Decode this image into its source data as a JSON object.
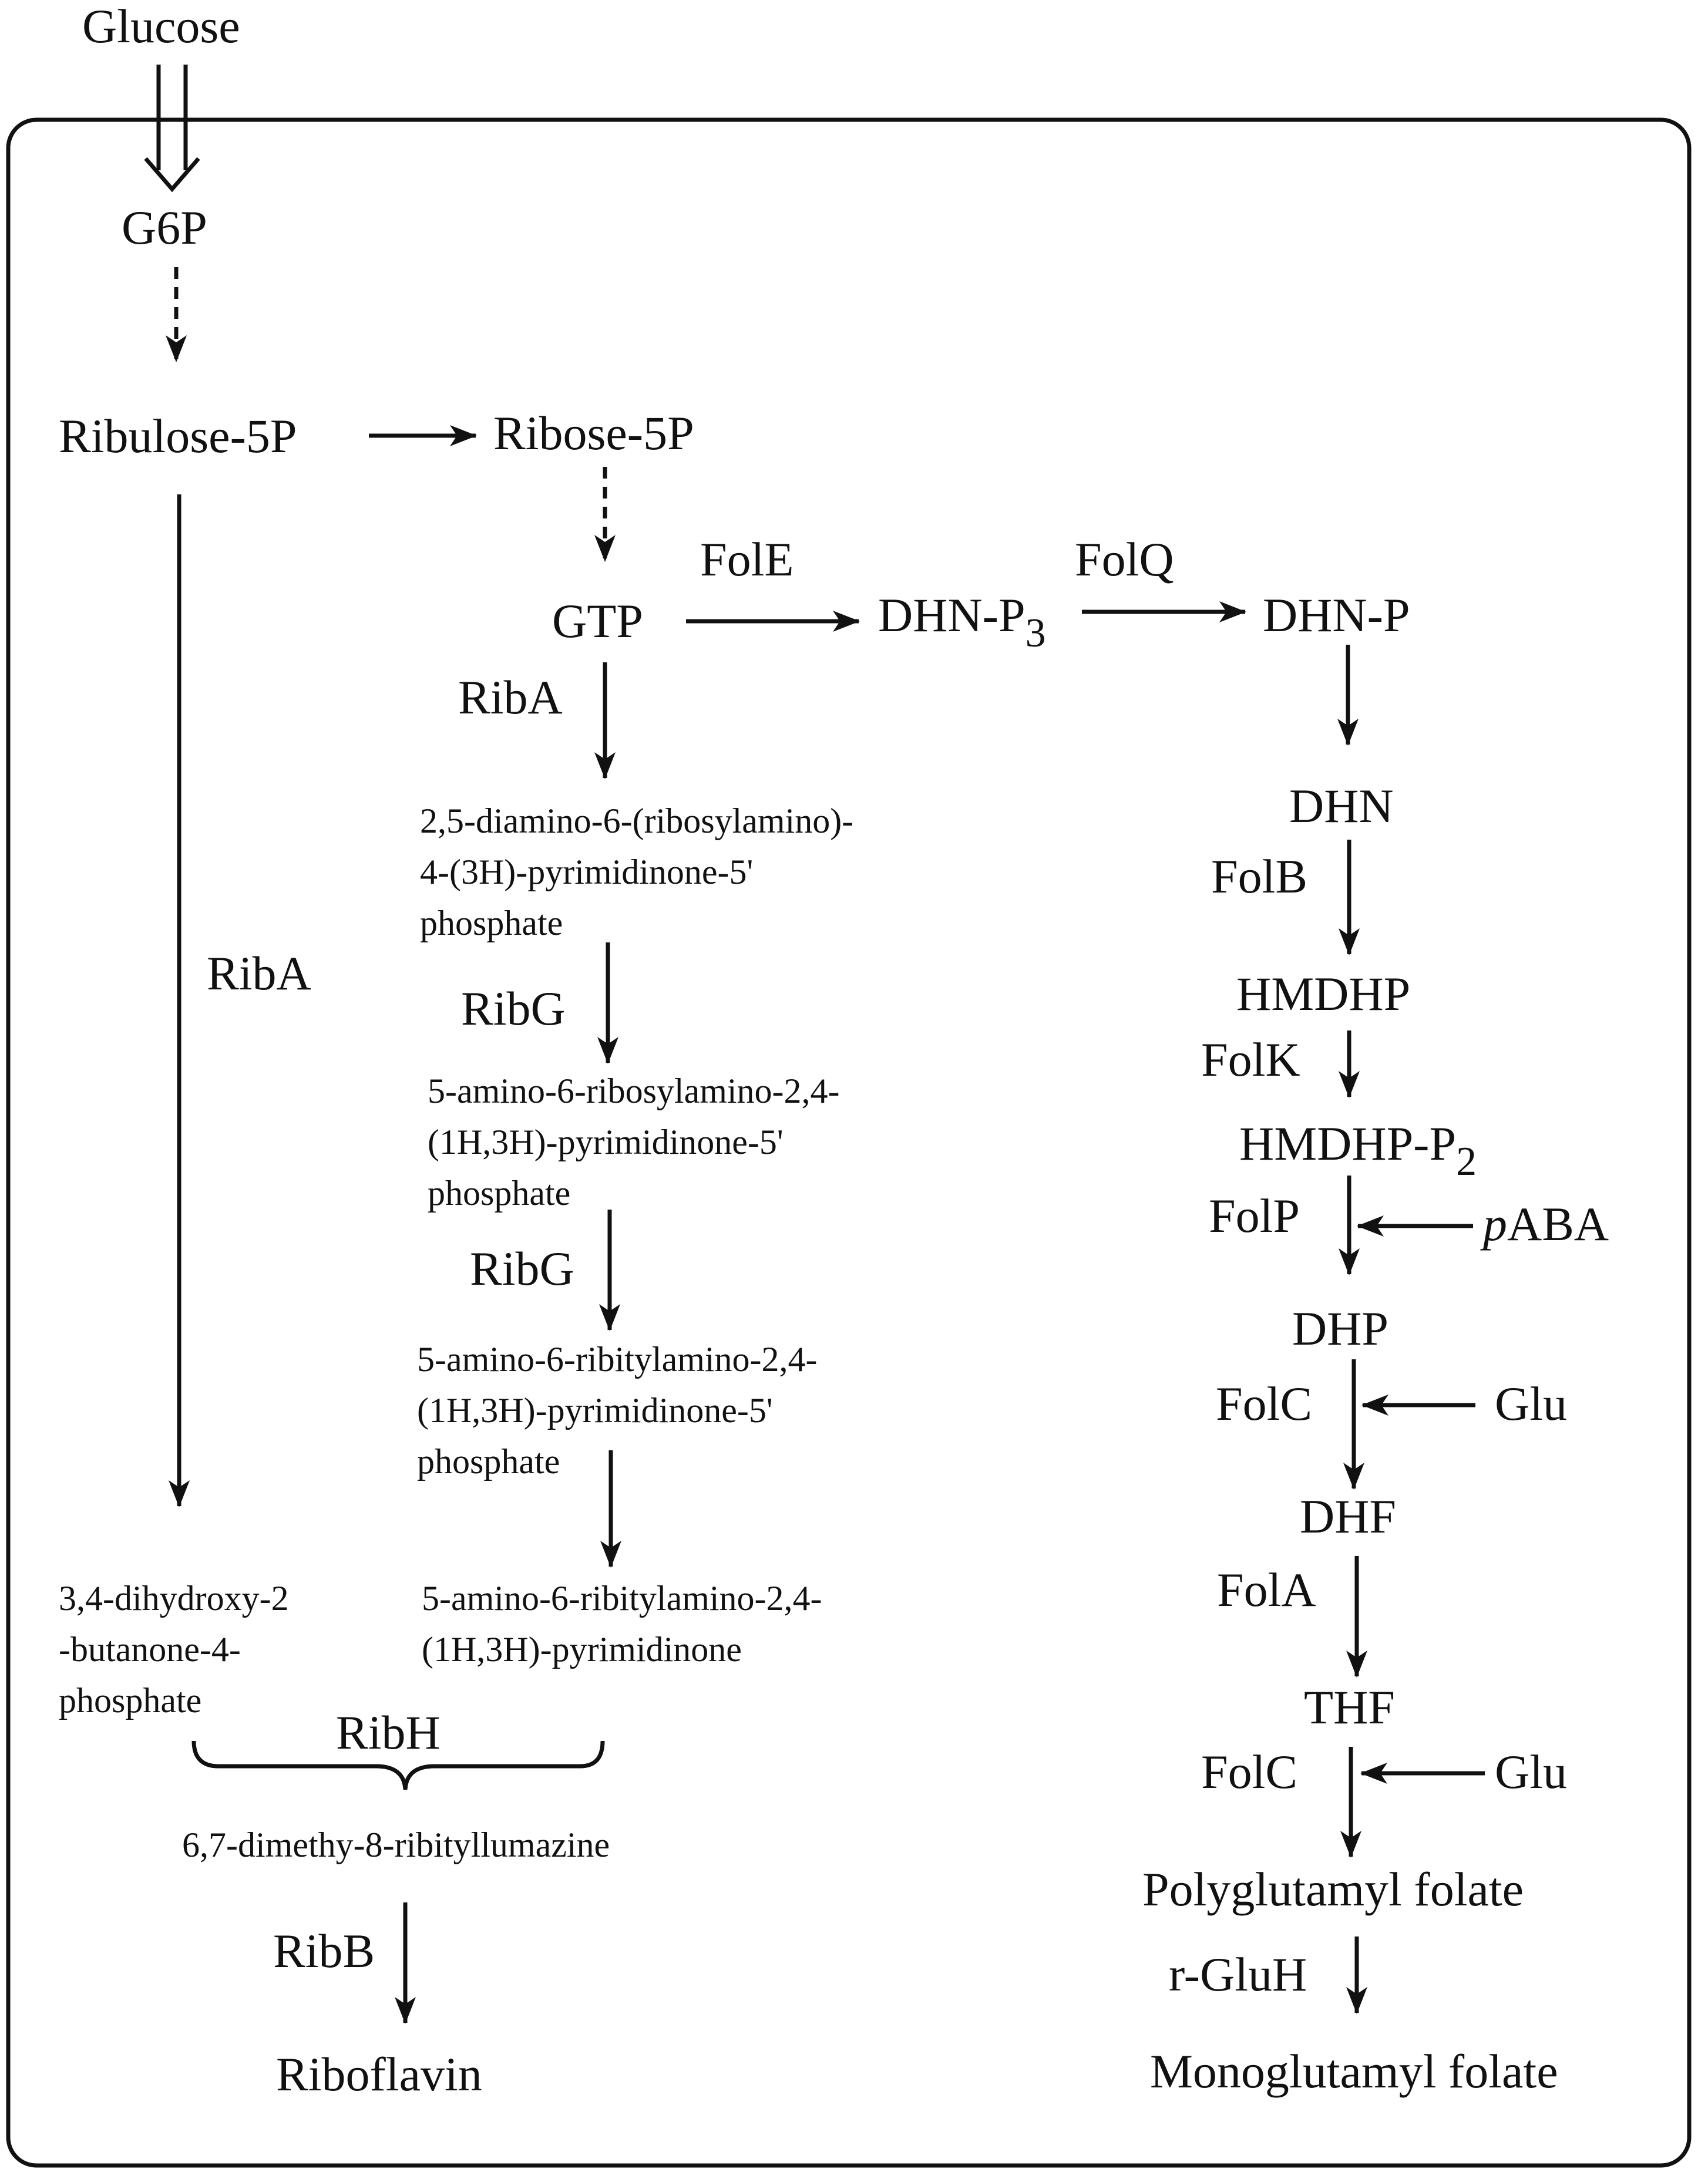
{
  "nodes": {
    "glucose": "Glucose",
    "g6p": "G6P",
    "ribulose5p": "Ribulose-5P",
    "ribose5p": "Ribose-5P",
    "gtp": "GTP",
    "dhnp3_main": "DHN-P",
    "dhnp3_sub": "3",
    "dhnp": "DHN-P",
    "dhn": "DHN",
    "hmdhp": "HMDHP",
    "hmdhpp2_main": "HMDHP-P",
    "hmdhpp2_sub": "2",
    "dhp": "DHP",
    "dhf": "DHF",
    "thf": "THF",
    "polyglutamyl": "Polyglutamyl folate",
    "monoglutamyl": "Monoglutamyl folate",
    "paba_italic": "p",
    "paba_rest": "ABA",
    "glu1": "Glu",
    "glu2": "Glu",
    "dar_l1": "2,5-diamino-6-(ribosylamino)-",
    "dar_l2": "4-(3H)-pyrimidinone-5'",
    "dar_l3": "phosphate",
    "arp_l1": "5-amino-6-ribosylamino-2,4-",
    "arp_l2": "(1H,3H)-pyrimidinone-5'",
    "arp_l3": "phosphate",
    "aritp_l1": "5-amino-6-ribitylamino-2,4-",
    "aritp_l2": "(1H,3H)-pyrimidinone-5'",
    "aritp_l3": "phosphate",
    "arit_l1": "5-amino-6-ribitylamino-2,4-",
    "arit_l2": "(1H,3H)-pyrimidinone",
    "dhbp_l1": "3,4-dihydroxy-2",
    "dhbp_l2": "-butanone-4-",
    "dhbp_l3": "phosphate",
    "dmrl": "6,7-dimethy-8-ribityllumazine",
    "riboflavin": "Riboflavin"
  },
  "enzymes": {
    "fole": "FolE",
    "folq": "FolQ",
    "riba_gtp": "RibA",
    "riba_ribulose": "RibA",
    "ribg1": "RibG",
    "ribg2": "RibG",
    "ribh": "RibH",
    "ribb": "RibB",
    "folb": "FolB",
    "folk": "FolK",
    "folp": "FolP",
    "folc1": "FolC",
    "fola": "FolA",
    "folc2": "FolC",
    "rgluh": "r-GluH"
  }
}
